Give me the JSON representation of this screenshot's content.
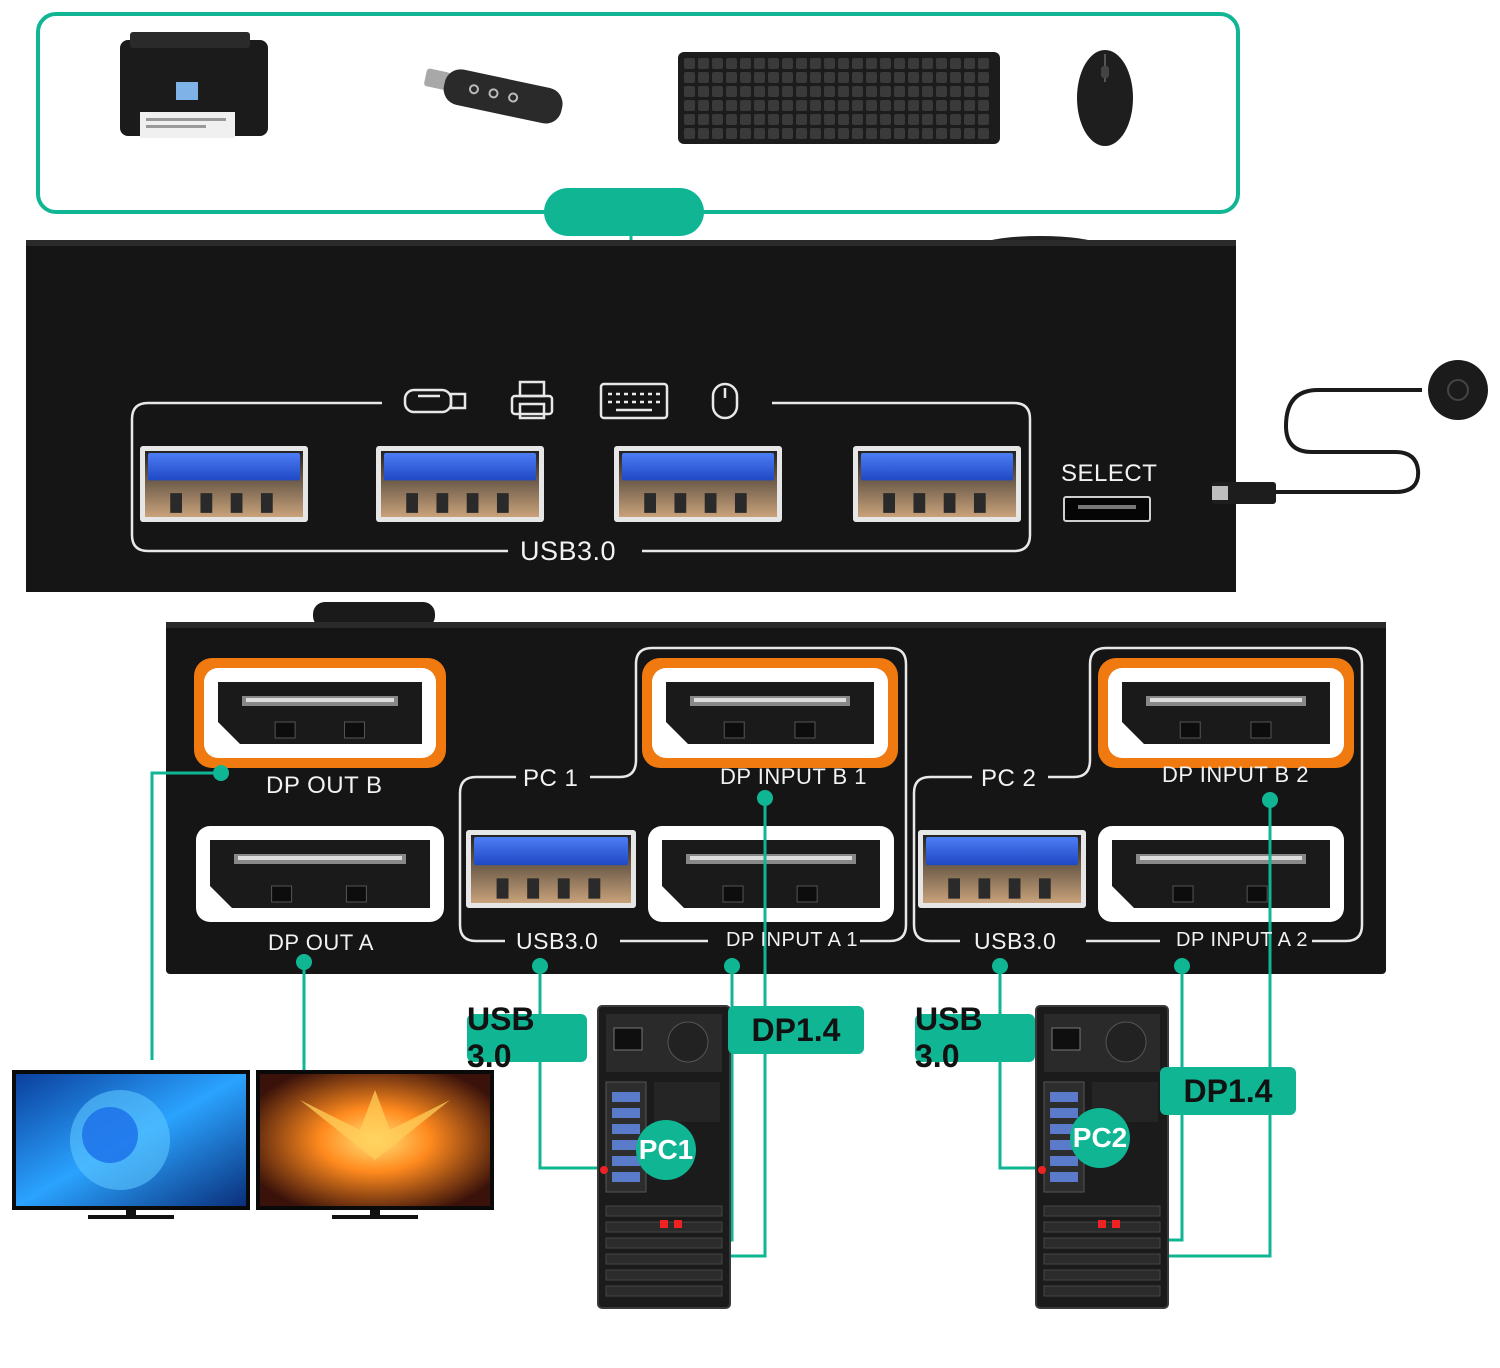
{
  "colors": {
    "accent": "#10b694",
    "port_highlight": "#f07a10",
    "panel": "#161616",
    "usb_blue": "#2a5bd8"
  },
  "peripherals": [
    "printer-icon",
    "usb-flash-drive-icon",
    "keyboard-icon",
    "mouse-icon"
  ],
  "front_panel": {
    "usb_label": "USB3.0",
    "select_label": "SELECT",
    "port_icons": [
      "usb-drive-icon",
      "printer-icon",
      "keyboard-icon",
      "mouse-icon"
    ],
    "usb_ports": 4
  },
  "rear_panel": {
    "dp_out_b": "DP  OUT B",
    "dp_out_a": "DP OUT A",
    "pc1_label": "PC 1",
    "pc2_label": "PC 2",
    "dp_input_b1": "DP INPUT B 1",
    "dp_input_b2": "DP INPUT B 2",
    "usb1": "USB3.0",
    "usb2": "USB3.0",
    "dp_input_a1": "DP INPUT A 1",
    "dp_input_a2": "DP INPUT A 2"
  },
  "tags": {
    "usb_pc1": "USB 3.0",
    "dp_pc1": "DP1.4",
    "usb_pc2": "USB 3.0",
    "dp_pc2": "DP1.4",
    "pc1": "PC1",
    "pc2": "PC2"
  },
  "monitors": [
    "monitor-blue-flower",
    "monitor-phoenix"
  ]
}
